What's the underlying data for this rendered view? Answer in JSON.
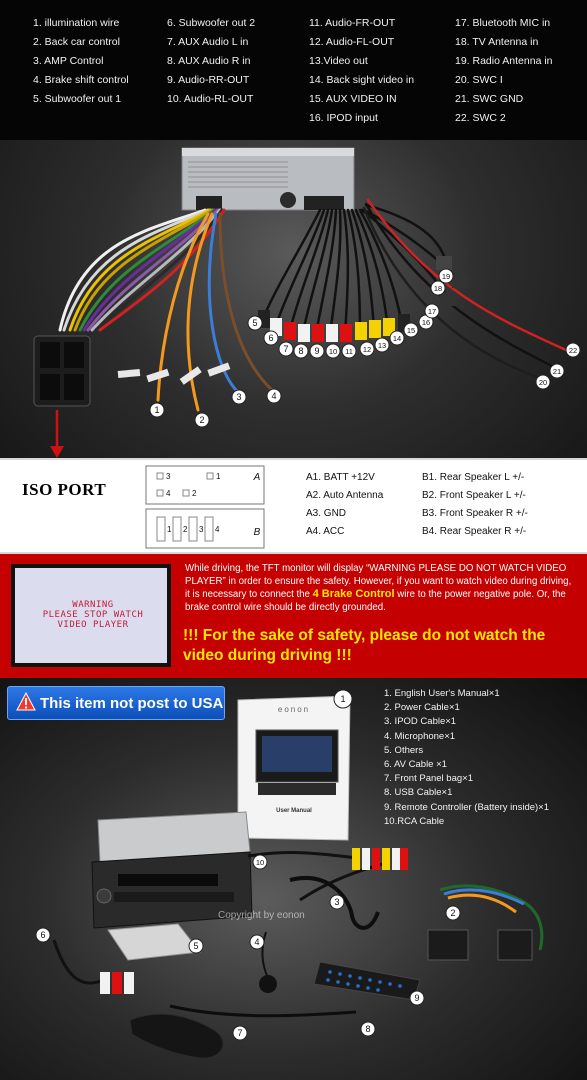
{
  "wiring_legend": {
    "column1": [
      "1. illumination wire",
      "2. Back car control",
      "3.  AMP Control",
      "4. Brake shift control",
      "5. Subwoofer out 1"
    ],
    "column2": [
      "6. Subwoofer out 2",
      "7. AUX Audio L in",
      "8. AUX Audio R in",
      "9. Audio-RR-OUT",
      "10. Audio-RL-OUT"
    ],
    "column3": [
      "11. Audio-FR-OUT",
      "12. Audio-FL-OUT",
      "13.Video out",
      "14. Back sight video in",
      "15. AUX VIDEO IN",
      "16.  IPOD input"
    ],
    "column4": [
      "17. Bluetooth MIC in",
      "18. TV Antenna in",
      "19. Radio Antenna in",
      "20. SWC I",
      "21. SWC GND",
      "22. SWC 2"
    ]
  },
  "wire_callouts": [
    "1",
    "2",
    "3",
    "4",
    "5",
    "6",
    "7",
    "8",
    "9",
    "10",
    "11",
    "12",
    "13",
    "14",
    "15",
    "16",
    "17",
    "18",
    "19",
    "20",
    "21",
    "22"
  ],
  "iso_port": {
    "title": "ISO PORT",
    "connector_labels": {
      "a": "A",
      "b": "B",
      "a_pins": [
        "3",
        "1",
        "4",
        "2"
      ],
      "b_pins": [
        "1",
        "2",
        "3",
        "4"
      ]
    },
    "a_pins": [
      "A1.  BATT +12V",
      "A2.  Auto Antenna",
      "A3.  GND",
      "A4.  ACC"
    ],
    "b_pins": [
      "B1.  Rear Speaker L  +/-",
      "B2.  Front Speaker L +/-",
      "B3.  Front Speaker R  +/-",
      "B4.  Rear Speaker R  +/-"
    ]
  },
  "warning": {
    "screen_text": [
      "WARNING",
      "PLEASE STOP WATCH",
      "VIDEO PLAYER"
    ],
    "body_before": "While driving, the TFT monitor will display “WARNING PLEASE DO NOT WATCH VIDEO PLAYER” in order to ensure the safety. However, if you want to watch video during driving, it is necessary to connect the ",
    "body_highlight": "4 Brake Control",
    "body_after": " wire to the power negative pole. Or, the brake control wire should be directly grounded.",
    "slogan": "!!! For the sake of safety, please do not watch the video during driving !!!"
  },
  "package": {
    "usa_notice": "This item not post to USA",
    "contents": [
      "1. English User's Manual×1",
      "2. Power Cable×1",
      "3. IPOD Cable×1",
      "4. Microphone×1",
      "5. Others",
      "6. AV Cable ×1",
      "7. Front Panel bag×1",
      "8. USB Cable×1",
      "9. Remote Controller  (Battery inside)×1",
      "10.RCA Cable"
    ],
    "manual_brand": "eonon",
    "manual_title": "User Manual",
    "manual_callout": "1",
    "item_callouts": [
      "2",
      "3",
      "4",
      "5",
      "6",
      "7",
      "8",
      "9",
      "10"
    ],
    "copyright": "Copyright by eonon"
  },
  "colors": {
    "warning_red": "#c40000",
    "highlight_yellow": "#ffe600",
    "badge_blue": "#1a5fd0",
    "iso_arrow_red": "#d31010"
  }
}
